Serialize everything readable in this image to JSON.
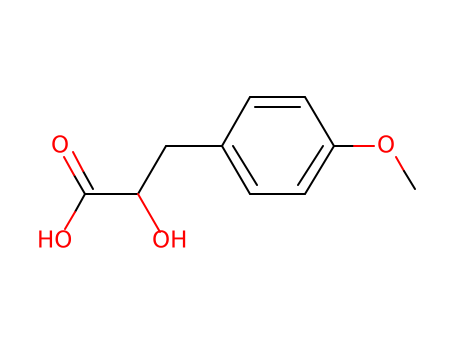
{
  "molecule": {
    "atoms": {
      "carbonyl_oxygen": "O",
      "acid_hydroxyl": "HO",
      "alpha_hydroxyl": "OH",
      "methoxy_oxygen": "O"
    },
    "colors": {
      "bond": "#000000",
      "heteroatom": "#ff0000",
      "background": "#ffffff"
    }
  }
}
